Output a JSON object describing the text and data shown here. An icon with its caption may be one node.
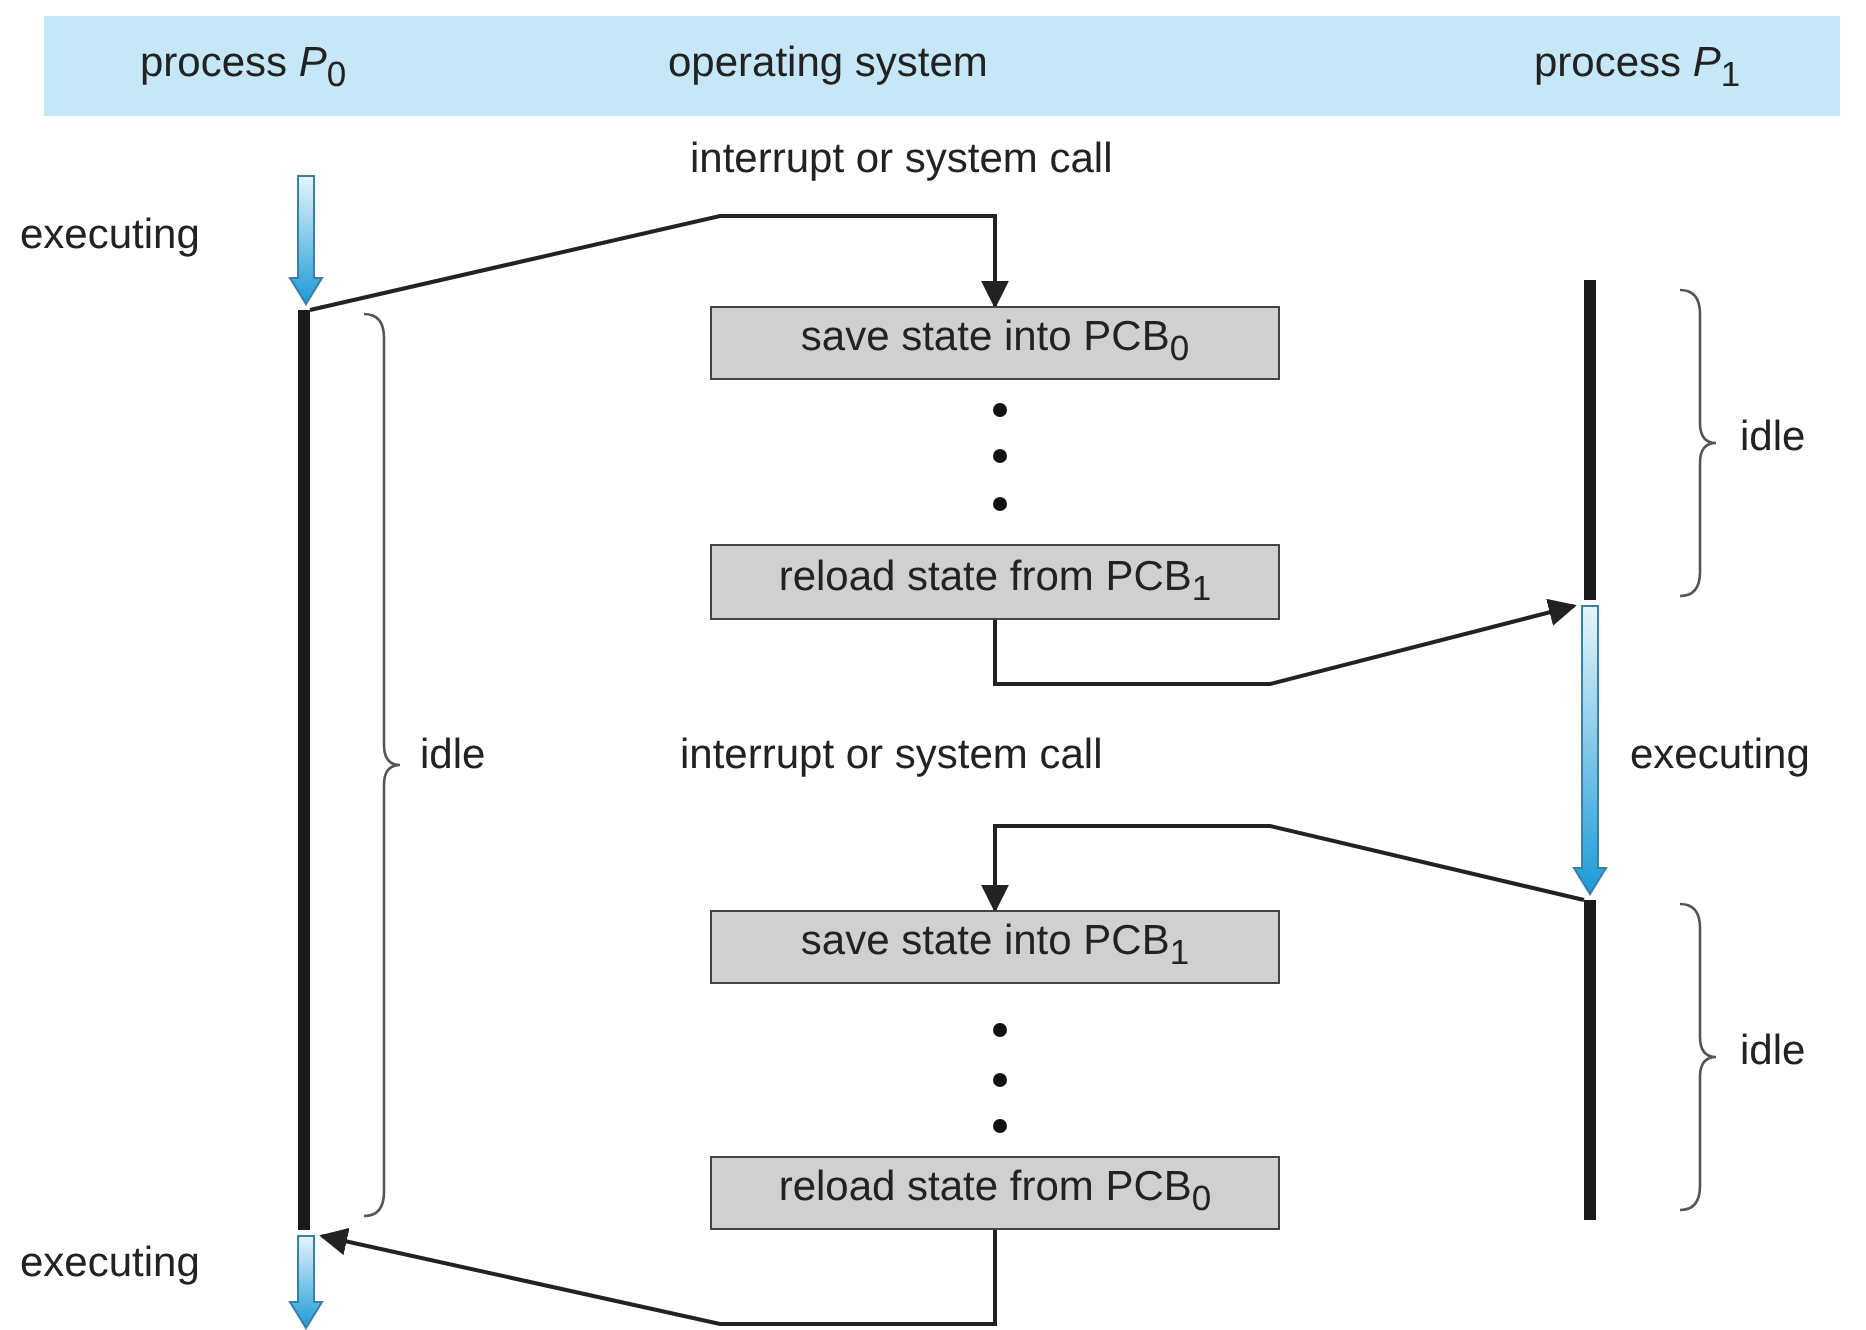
{
  "diagram": {
    "nodes": [
      {
        "text": [],
        "shape": "arrow",
        "beside": [
          "executing"
        ]
      },
      {
        "text": [],
        "shape": "bar",
        "beside": [
          "idle"
        ]
      },
      {
        "text": [
          "save state into PCB$_{0}$"
        ]
      },
      {
        "text": [
          "reload state from PCB$_{1}$"
        ]
      },
      {
        "text": [],
        "shape": "bar",
        "beside": [
          "idle"
        ]
      },
      {
        "text": [],
        "shape": "arrow",
        "beside": [
          "executing"
        ]
      },
      {
        "text": [
          "save state into PCB$_{1}$"
        ]
      },
      {
        "text": [
          "reload state from PCB$_{0}$"
        ]
      },
      {
        "text": [],
        "shape": "bar",
        "beside": [
          "idle"
        ]
      },
      {
        "text": [],
        "shape": "arrow",
        "beside": [
          "executing"
        ]
      }
    ],
    "edges": [
      {
        "from": 1,
        "to": 2,
        "arrow": "to",
        "label": "interrupt or system call"
      },
      {
        "from": 3,
        "to": 5,
        "arrow": "to"
      },
      {
        "from": 8,
        "to": 6,
        "arrow": "to",
        "label": "interrupt or system call"
      },
      {
        "from": 7,
        "to": 9,
        "arrow": "to"
      }
    ],
    "labels": [
      "process *P*$_{0}$",
      "operating system",
      "process *P*$_{1}$"
    ]
  }
}
